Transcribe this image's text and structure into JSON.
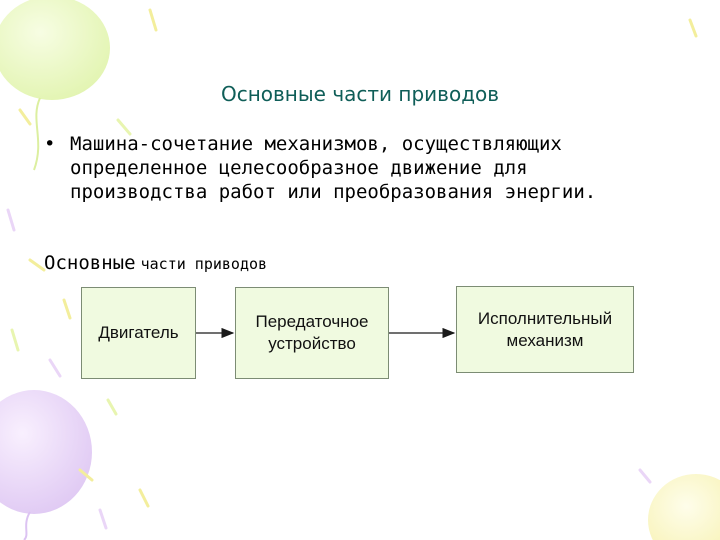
{
  "slide": {
    "title": "Основные части приводов",
    "bullet": "Машина-сочетание механизмов, осуществляющих определенное целесообразное движение для производства работ или преобразования энергии.",
    "subheading_large": "Основные",
    "subheading_small": "части приводов"
  },
  "diagram": {
    "nodes": [
      {
        "id": "motor",
        "lines": [
          "Двигатель"
        ]
      },
      {
        "id": "transmission",
        "lines": [
          "Передаточное",
          "устройство"
        ]
      },
      {
        "id": "actuator",
        "lines": [
          "Исполнительный",
          "механизм"
        ]
      }
    ],
    "edges": [
      {
        "from": "motor",
        "to": "transmission"
      },
      {
        "from": "transmission",
        "to": "actuator"
      }
    ]
  },
  "colors": {
    "title": "#0f5e58",
    "box_fill": "#f0fae0",
    "box_border": "#7c8c74",
    "balloon_green": "#e6f7b8",
    "balloon_purple": "#ead6f7",
    "balloon_yellow": "#fbf7c0"
  }
}
